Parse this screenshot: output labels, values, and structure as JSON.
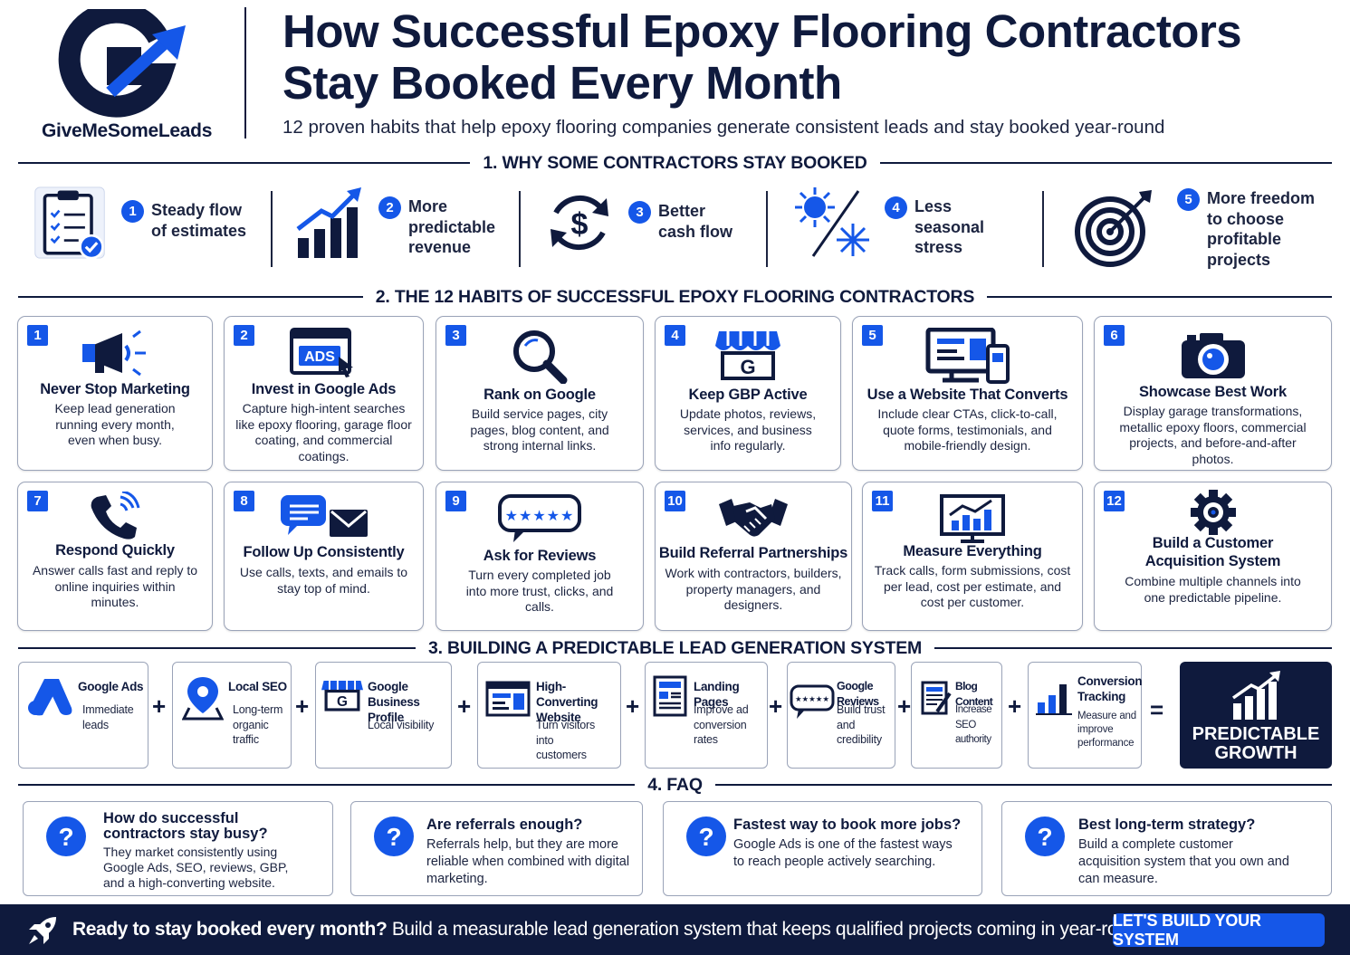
{
  "brand": {
    "name": "GiveMeSomeLeads"
  },
  "header": {
    "title_line1": "How Successful Epoxy Flooring Contractors",
    "title_line2": "Stay Booked Every Month",
    "subtitle": "12 proven habits that help epoxy flooring companies generate consistent leads and stay booked year-round"
  },
  "colors": {
    "navy": "#0f1a3d",
    "blue": "#1557e8",
    "white": "#ffffff"
  },
  "sections": {
    "s1": "1. WHY SOME CONTRACTORS STAY BOOKED",
    "s2": "2. THE 12 HABITS OF SUCCESSFUL EPOXY FLOORING CONTRACTORS",
    "s3": "3. BUILDING A PREDICTABLE LEAD GENERATION SYSTEM",
    "s4": "4. FAQ"
  },
  "why": [
    {
      "num": "1",
      "lines": [
        "Steady flow",
        "of estimates"
      ],
      "icon": "clipboard-check-icon"
    },
    {
      "num": "2",
      "lines": [
        "More",
        "predictable",
        "revenue"
      ],
      "icon": "growth-chart-icon"
    },
    {
      "num": "3",
      "lines": [
        "Better",
        "cash flow"
      ],
      "icon": "dollar-cycle-icon"
    },
    {
      "num": "4",
      "lines": [
        "Less",
        "seasonal",
        "stress"
      ],
      "icon": "sun-snowflake-icon"
    },
    {
      "num": "5",
      "lines": [
        "More freedom",
        "to choose",
        "profitable",
        "projects"
      ],
      "icon": "target-icon"
    }
  ],
  "habits": [
    {
      "num": "1",
      "title": "Never Stop Marketing",
      "desc": "Keep lead generation running every month, even when busy.",
      "icon": "megaphone-icon"
    },
    {
      "num": "2",
      "title": "Invest in Google Ads",
      "desc": "Capture high-intent searches like epoxy flooring, garage floor coating, and commercial coatings.",
      "icon": "ads-icon",
      "icon_label": "ADS"
    },
    {
      "num": "3",
      "title": "Rank on Google",
      "desc": "Build service pages, city pages, blog content, and strong internal links.",
      "icon": "magnifier-icon"
    },
    {
      "num": "4",
      "title": "Keep GBP Active",
      "desc": "Update photos, reviews, services, and business info regularly.",
      "icon": "storefront-icon",
      "icon_label": "G"
    },
    {
      "num": "5",
      "title": "Use a Website That Converts",
      "desc": "Include clear CTAs, click-to-call, quote forms, testimonials, and mobile-friendly design.",
      "icon": "devices-icon"
    },
    {
      "num": "6",
      "title": "Showcase Best Work",
      "desc": "Display garage transformations, metallic epoxy floors, commercial projects, and before-and-after photos.",
      "icon": "camera-icon"
    },
    {
      "num": "7",
      "title": "Respond Quickly",
      "desc": "Answer calls fast and reply to online inquiries within minutes.",
      "icon": "phone-icon"
    },
    {
      "num": "8",
      "title": "Follow Up Consistently",
      "desc": "Use calls, texts, and emails to stay top of mind.",
      "icon": "chat-mail-icon"
    },
    {
      "num": "9",
      "title": "Ask for Reviews",
      "desc": "Turn every completed job into more trust, clicks, and calls.",
      "icon": "review-stars-icon"
    },
    {
      "num": "10",
      "title": "Build Referral Partnerships",
      "desc": "Work with contractors, builders, property managers, and designers.",
      "icon": "handshake-icon"
    },
    {
      "num": "11",
      "title": "Measure Everything",
      "desc": "Track calls, form submissions, cost per lead, cost per estimate, and cost per customer.",
      "icon": "analytics-monitor-icon"
    },
    {
      "num": "12",
      "title": "Build a Customer Acquisition System",
      "desc": "Combine multiple channels into one predictable pipeline.",
      "icon": "gear-target-icon"
    }
  ],
  "system": [
    {
      "title": "Google Ads",
      "desc": "Immediate leads",
      "icon": "google-ads-icon"
    },
    {
      "title": "Local SEO",
      "desc": "Long-term organic traffic",
      "icon": "map-pin-icon"
    },
    {
      "title": "Google Business Profile",
      "desc": "Local visibility",
      "icon": "storefront-icon",
      "icon_label": "G"
    },
    {
      "title": "High-Converting Website",
      "desc": "Turn visitors into customers",
      "icon": "browser-icon"
    },
    {
      "title": "Landing Pages",
      "desc": "Improve ad conversion rates",
      "icon": "landing-page-icon"
    },
    {
      "title": "Google Reviews",
      "desc": "Build trust and credibility",
      "icon": "review-bubble-icon",
      "icon_label": "★★★★★"
    },
    {
      "title": "Blog Content",
      "desc": "Increase SEO authority",
      "icon": "blog-icon"
    },
    {
      "title": "Conversion Tracking",
      "desc": "Measure and improve performance",
      "icon": "bar-chart-icon"
    }
  ],
  "operators": {
    "plus": "+",
    "equals": "="
  },
  "growth": {
    "line1": "PREDICTABLE",
    "line2": "GROWTH",
    "icon": "growth-chart-icon"
  },
  "faq": [
    {
      "q": "How do successful contractors stay busy?",
      "a": "They market consistently using Google Ads, SEO, reviews, GBP, and a high-converting website.",
      "icon": "question-icon",
      "icon_label": "?"
    },
    {
      "q": "Are referrals enough?",
      "a": "Referrals help, but they are more reliable when combined with digital marketing.",
      "icon": "question-icon",
      "icon_label": "?"
    },
    {
      "q": "Fastest way to book more jobs?",
      "a": "Google Ads is one of the fastest ways to reach people actively searching.",
      "icon": "question-icon",
      "icon_label": "?"
    },
    {
      "q": "Best long-term strategy?",
      "a": "Build a complete customer acquisition system that you own and can measure.",
      "icon": "question-icon",
      "icon_label": "?"
    }
  ],
  "footer": {
    "bold": "Ready to stay booked every month?",
    "text": "Build a measurable lead generation system that keeps qualified projects coming in year-round.",
    "cta": "LET'S BUILD YOUR SYSTEM",
    "icon": "rocket-icon"
  }
}
